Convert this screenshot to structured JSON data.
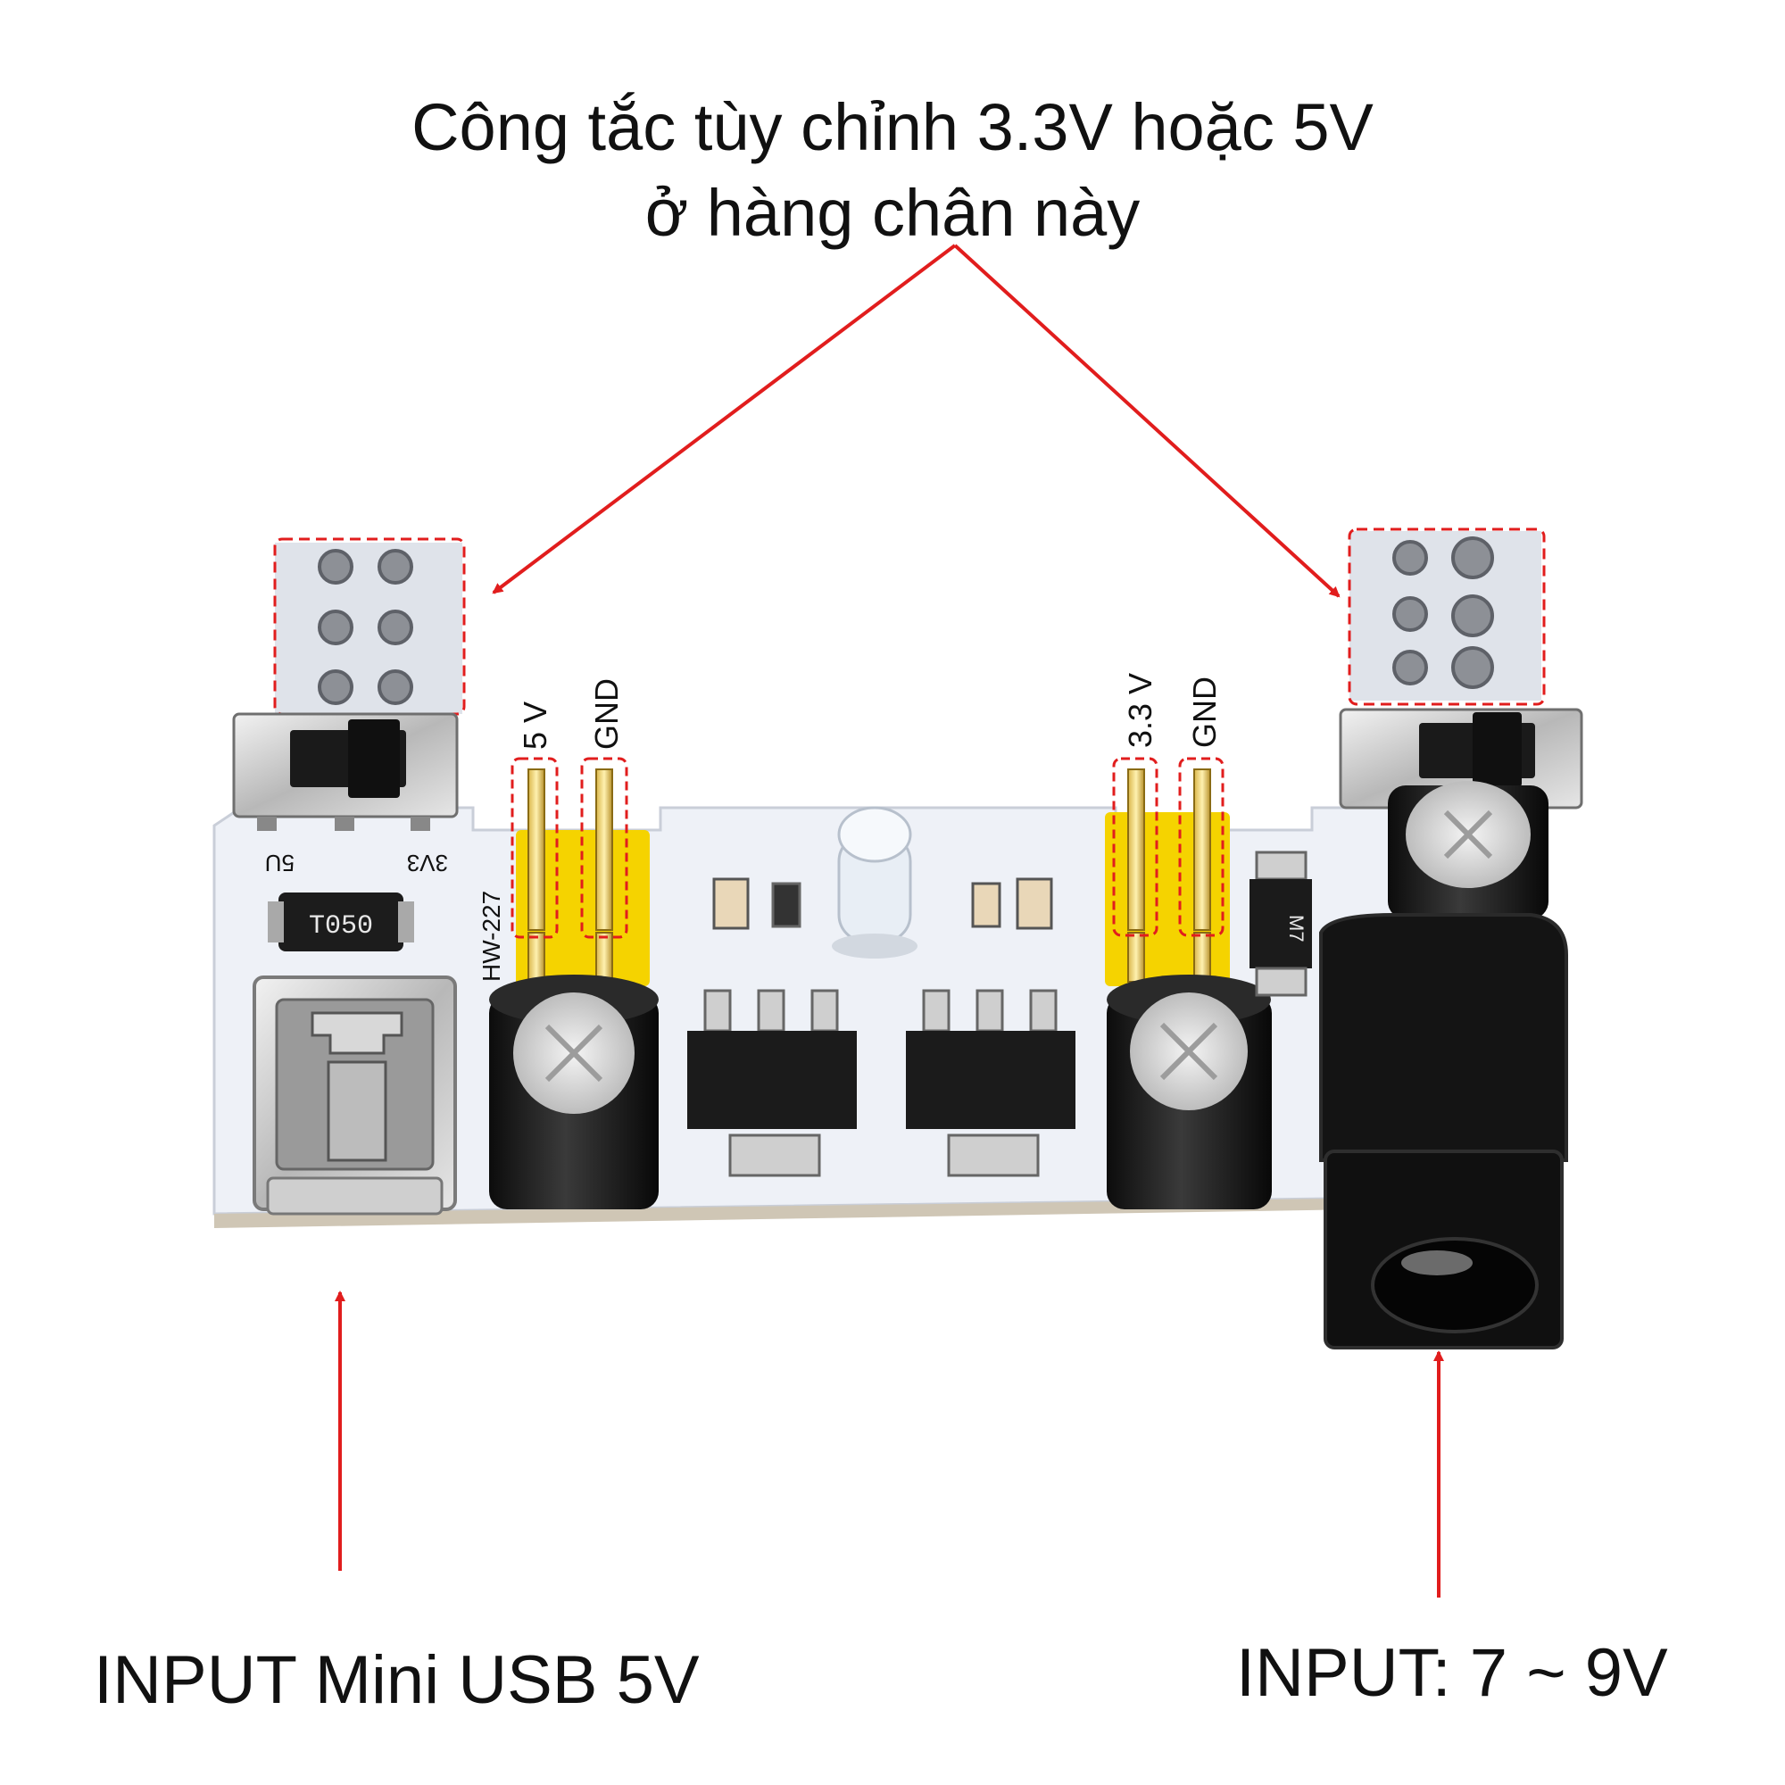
{
  "captions": {
    "top_line1": "Công tắc tùy chỉnh 3.3V hoặc 5V",
    "top_line2": "ở hàng chân này",
    "bottom_left": "INPUT Mini USB 5V",
    "bottom_right": "INPUT: 7 ~ 9V"
  },
  "pin_labels": {
    "left_5v": "5 V",
    "left_gnd": "GND",
    "right_33v": "3.3 V",
    "right_gnd": "GND"
  },
  "board_silkscreen": {
    "model": "HW-227",
    "switch_left_5u": "5U",
    "switch_left_3v3": "3V3",
    "fuse_marking": "T050",
    "diode_marking": "M7"
  },
  "colors": {
    "annotation_red": "#e11d1d",
    "board_white": "#eef1f7",
    "header_yellow": "#f5d300"
  }
}
